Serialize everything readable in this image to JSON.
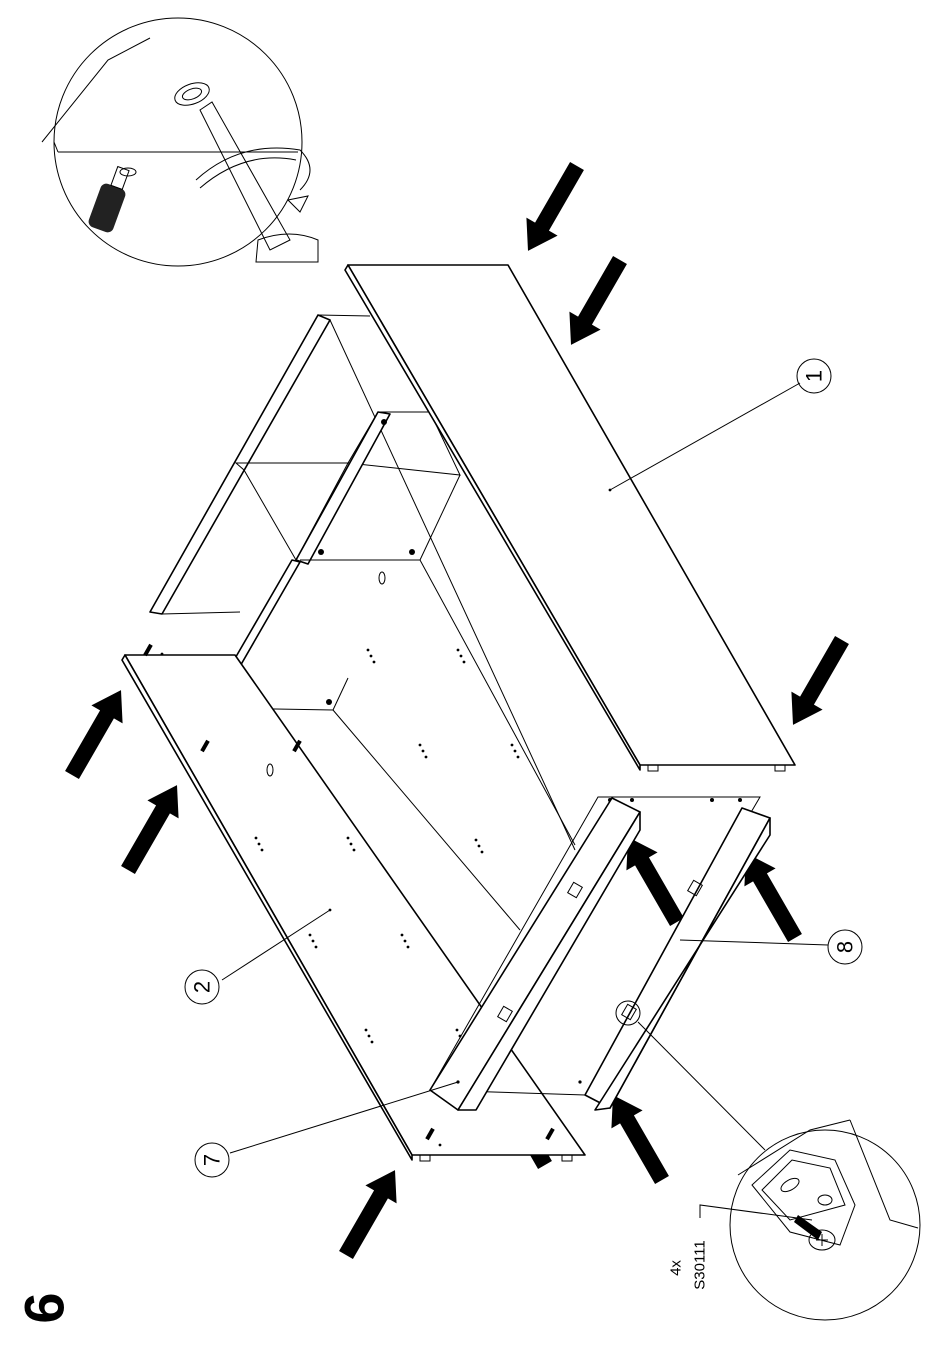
{
  "step": {
    "number": "6"
  },
  "parts": {
    "part_1": "1",
    "part_2": "2",
    "part_7": "7",
    "part_8": "8"
  },
  "hardware": {
    "quantity": "4x",
    "code": "S30111"
  }
}
